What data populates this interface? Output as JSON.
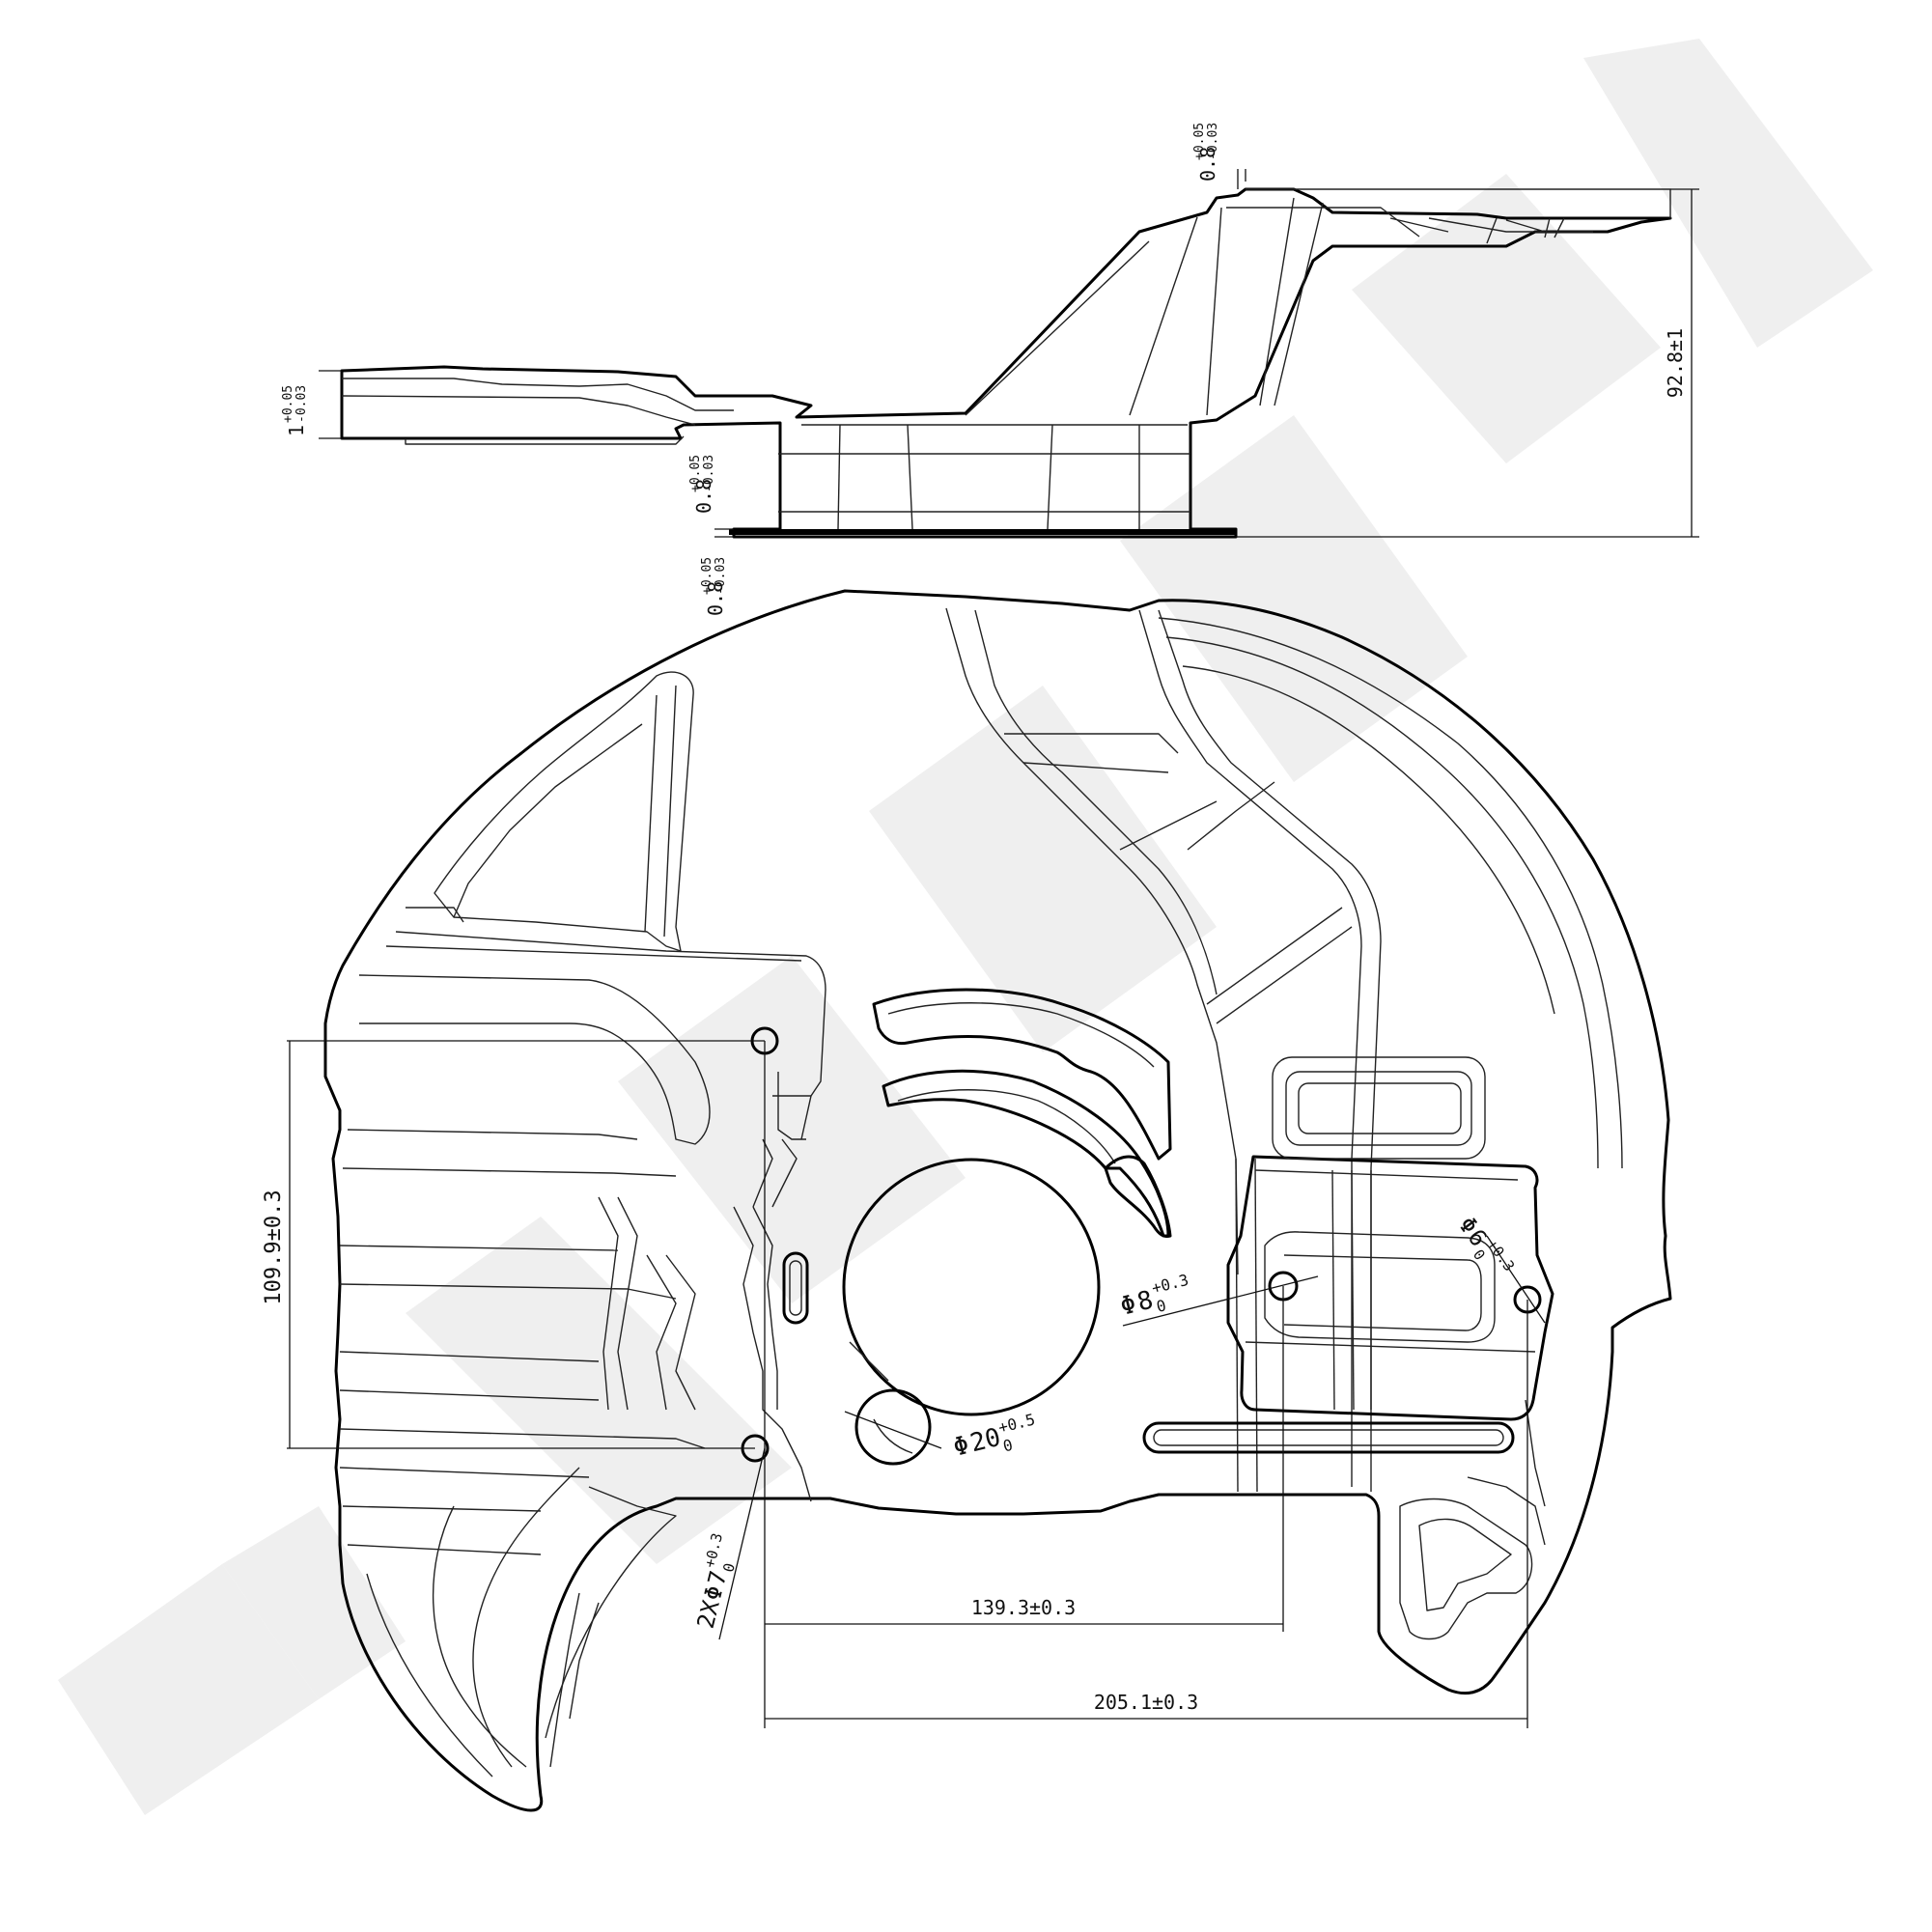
{
  "watermark": {
    "text": "YAMEX",
    "color": "#efefef"
  },
  "side_view": {
    "thickness_top": {
      "base": "0.8",
      "upper": "+0.05",
      "lower": "-0.03"
    },
    "thickness_left": {
      "base": "1",
      "upper": "+0.05",
      "lower": "-0.03"
    },
    "thickness_mid": {
      "base": "0.8",
      "upper": "+0.05",
      "lower": "-0.03"
    },
    "thickness_bottom": {
      "base": "0.8",
      "upper": "+0.05",
      "lower": "-0.03"
    },
    "height": "92.8±1"
  },
  "front_view": {
    "vertical_spacing": "109.9±0.3",
    "holes_small": {
      "prefix": "2X",
      "symbol": "Φ",
      "value": "7",
      "upper": "+0.3",
      "lower": "0"
    },
    "hole_20": {
      "symbol": "Φ",
      "value": "20",
      "upper": "+0.5",
      "lower": "0"
    },
    "hole_8": {
      "symbol": "Φ",
      "value": "8",
      "upper": "+0.3",
      "lower": "0"
    },
    "hole_6": {
      "symbol": "Φ",
      "value": "6",
      "upper": "+0.3",
      "lower": "0"
    },
    "dim_139": "139.3±0.3",
    "dim_205": "205.1±0.3"
  }
}
